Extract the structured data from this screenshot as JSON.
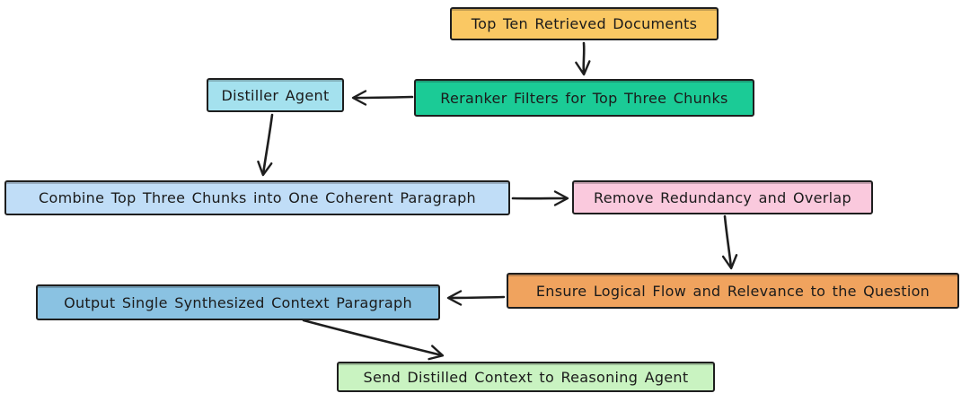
{
  "diagram": {
    "background": "#ffffff",
    "stroke_color": "#1e1e1e",
    "text_color": "#1b1b1b",
    "nodes": [
      {
        "id": "top-ten-docs",
        "label": "Top Ten Retrieved Documents",
        "fill": "#fac863"
      },
      {
        "id": "reranker-filter",
        "label": "Reranker Filters for Top Three Chunks",
        "fill": "#1bcb96"
      },
      {
        "id": "distiller-agent",
        "label": "Distiller Agent",
        "fill": "#a4e1ee"
      },
      {
        "id": "combine-chunks",
        "label": "Combine Top Three Chunks into One Coherent Paragraph",
        "fill": "#c0ddf7"
      },
      {
        "id": "remove-redundancy",
        "label": "Remove Redundancy and Overlap",
        "fill": "#fac9dd"
      },
      {
        "id": "ensure-logical-flow",
        "label": "Ensure Logical Flow and Relevance to the Question",
        "fill": "#f0a35e"
      },
      {
        "id": "output-paragraph",
        "label": "Output Single Synthesized Context Paragraph",
        "fill": "#8ac2e2"
      },
      {
        "id": "send-context",
        "label": "Send Distilled Context to Reasoning Agent",
        "fill": "#c9f3c1"
      }
    ],
    "edges": [
      {
        "from": "top-ten-docs",
        "to": "reranker-filter"
      },
      {
        "from": "reranker-filter",
        "to": "distiller-agent"
      },
      {
        "from": "distiller-agent",
        "to": "combine-chunks"
      },
      {
        "from": "combine-chunks",
        "to": "remove-redundancy"
      },
      {
        "from": "remove-redundancy",
        "to": "ensure-logical-flow"
      },
      {
        "from": "ensure-logical-flow",
        "to": "output-paragraph"
      },
      {
        "from": "output-paragraph",
        "to": "send-context"
      }
    ]
  }
}
